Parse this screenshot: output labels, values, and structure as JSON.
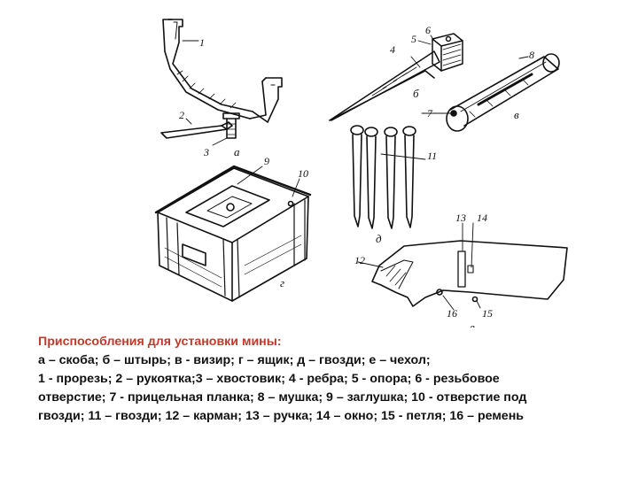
{
  "figure": {
    "part_letters": {
      "a": "а",
      "b": "б",
      "v": "в",
      "g": "г",
      "d": "д",
      "e": "е"
    },
    "callouts": [
      "1",
      "2",
      "3",
      "4",
      "5",
      "6",
      "7",
      "8",
      "9",
      "10",
      "11",
      "12",
      "13",
      "14",
      "15",
      "16"
    ]
  },
  "caption": {
    "title": "Приспособления для установки мины:",
    "line1": "а – скоба; б – штырь; в - визир; г – ящик; д – гвозди; е – чехол;",
    "line2": "1 - прорезь; 2 – рукоятка;3 – хвостовик; 4 - ребра; 5 - опора; 6 - резьбовое",
    "line3": "отверстие; 7 - прицельная планка; 8 – мушка; 9 – заглушка; 10 - отверстие под",
    "line4": "гвозди; 11 – гвозди; 12 – карман; 13 – ручка; 14 – окно; 15 - петля; 16 – ремень"
  }
}
